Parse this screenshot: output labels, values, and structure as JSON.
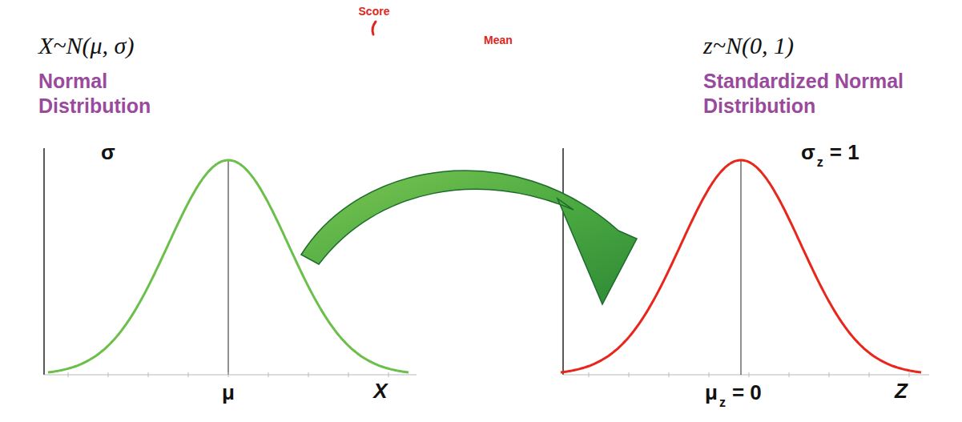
{
  "diagram": {
    "labels": [
      "X~N(μ, σ)",
      "Score",
      "Mean",
      "z~N(0, 1)",
      "Normal Distribution",
      "Standardized Normal Distribution",
      "σ",
      "μ",
      "X",
      "σ",
      "z",
      "= 1",
      "μ",
      "z",
      "= 0",
      "Z"
    ]
  }
}
